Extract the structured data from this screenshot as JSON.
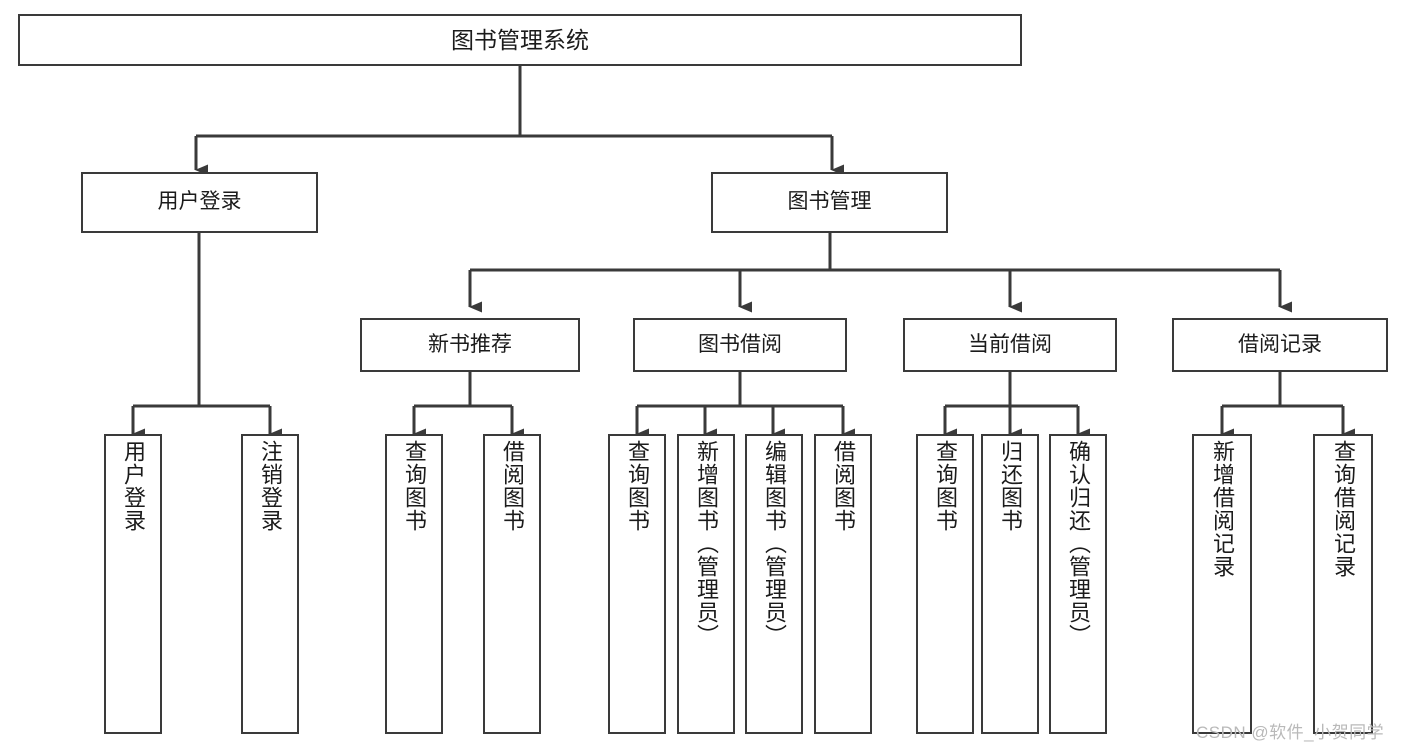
{
  "diagram": {
    "title": "图书管理系统",
    "type": "tree",
    "root": {
      "id": "root",
      "label": "图书管理系统"
    },
    "level1": [
      {
        "id": "user-login",
        "label": "用户登录"
      },
      {
        "id": "book-manage",
        "label": "图书管理"
      }
    ],
    "level2": [
      {
        "id": "new-book-rec",
        "label": "新书推荐",
        "parent": "book-manage"
      },
      {
        "id": "book-borrow",
        "label": "图书借阅",
        "parent": "book-manage"
      },
      {
        "id": "current-borrow",
        "label": "当前借阅",
        "parent": "book-manage"
      },
      {
        "id": "borrow-record",
        "label": "借阅记录",
        "parent": "book-manage"
      }
    ],
    "leaves": [
      {
        "id": "leaf-user-login",
        "label": "用户登录",
        "parent": "user-login"
      },
      {
        "id": "leaf-logout",
        "label": "注销登录",
        "parent": "user-login"
      },
      {
        "id": "leaf-query-book-rec",
        "label": "查询图书",
        "parent": "new-book-rec"
      },
      {
        "id": "leaf-borrow-book-rec",
        "label": "借阅图书",
        "parent": "new-book-rec"
      },
      {
        "id": "leaf-query-book-borrow",
        "label": "查询图书",
        "parent": "book-borrow"
      },
      {
        "id": "leaf-add-book",
        "label": "新增图书（管理员）",
        "parent": "book-borrow"
      },
      {
        "id": "leaf-edit-book",
        "label": "编辑图书（管理员）",
        "parent": "book-borrow"
      },
      {
        "id": "leaf-borrow-book",
        "label": "借阅图书",
        "parent": "book-borrow"
      },
      {
        "id": "leaf-query-book-cur",
        "label": "查询图书",
        "parent": "current-borrow"
      },
      {
        "id": "leaf-return-book",
        "label": "归还图书",
        "parent": "current-borrow"
      },
      {
        "id": "leaf-confirm-return",
        "label": "确认归还（管理员）",
        "parent": "current-borrow"
      },
      {
        "id": "leaf-add-record",
        "label": "新增借阅记录",
        "parent": "borrow-record"
      },
      {
        "id": "leaf-query-record",
        "label": "查询借阅记录",
        "parent": "borrow-record"
      }
    ]
  },
  "watermark": {
    "text": "CSDN @软件_小贺同学"
  },
  "colors": {
    "stroke": "#3a3a3a",
    "fill": "#ffffff",
    "text": "#1b1b1b",
    "watermark": "#b9b9b9"
  }
}
